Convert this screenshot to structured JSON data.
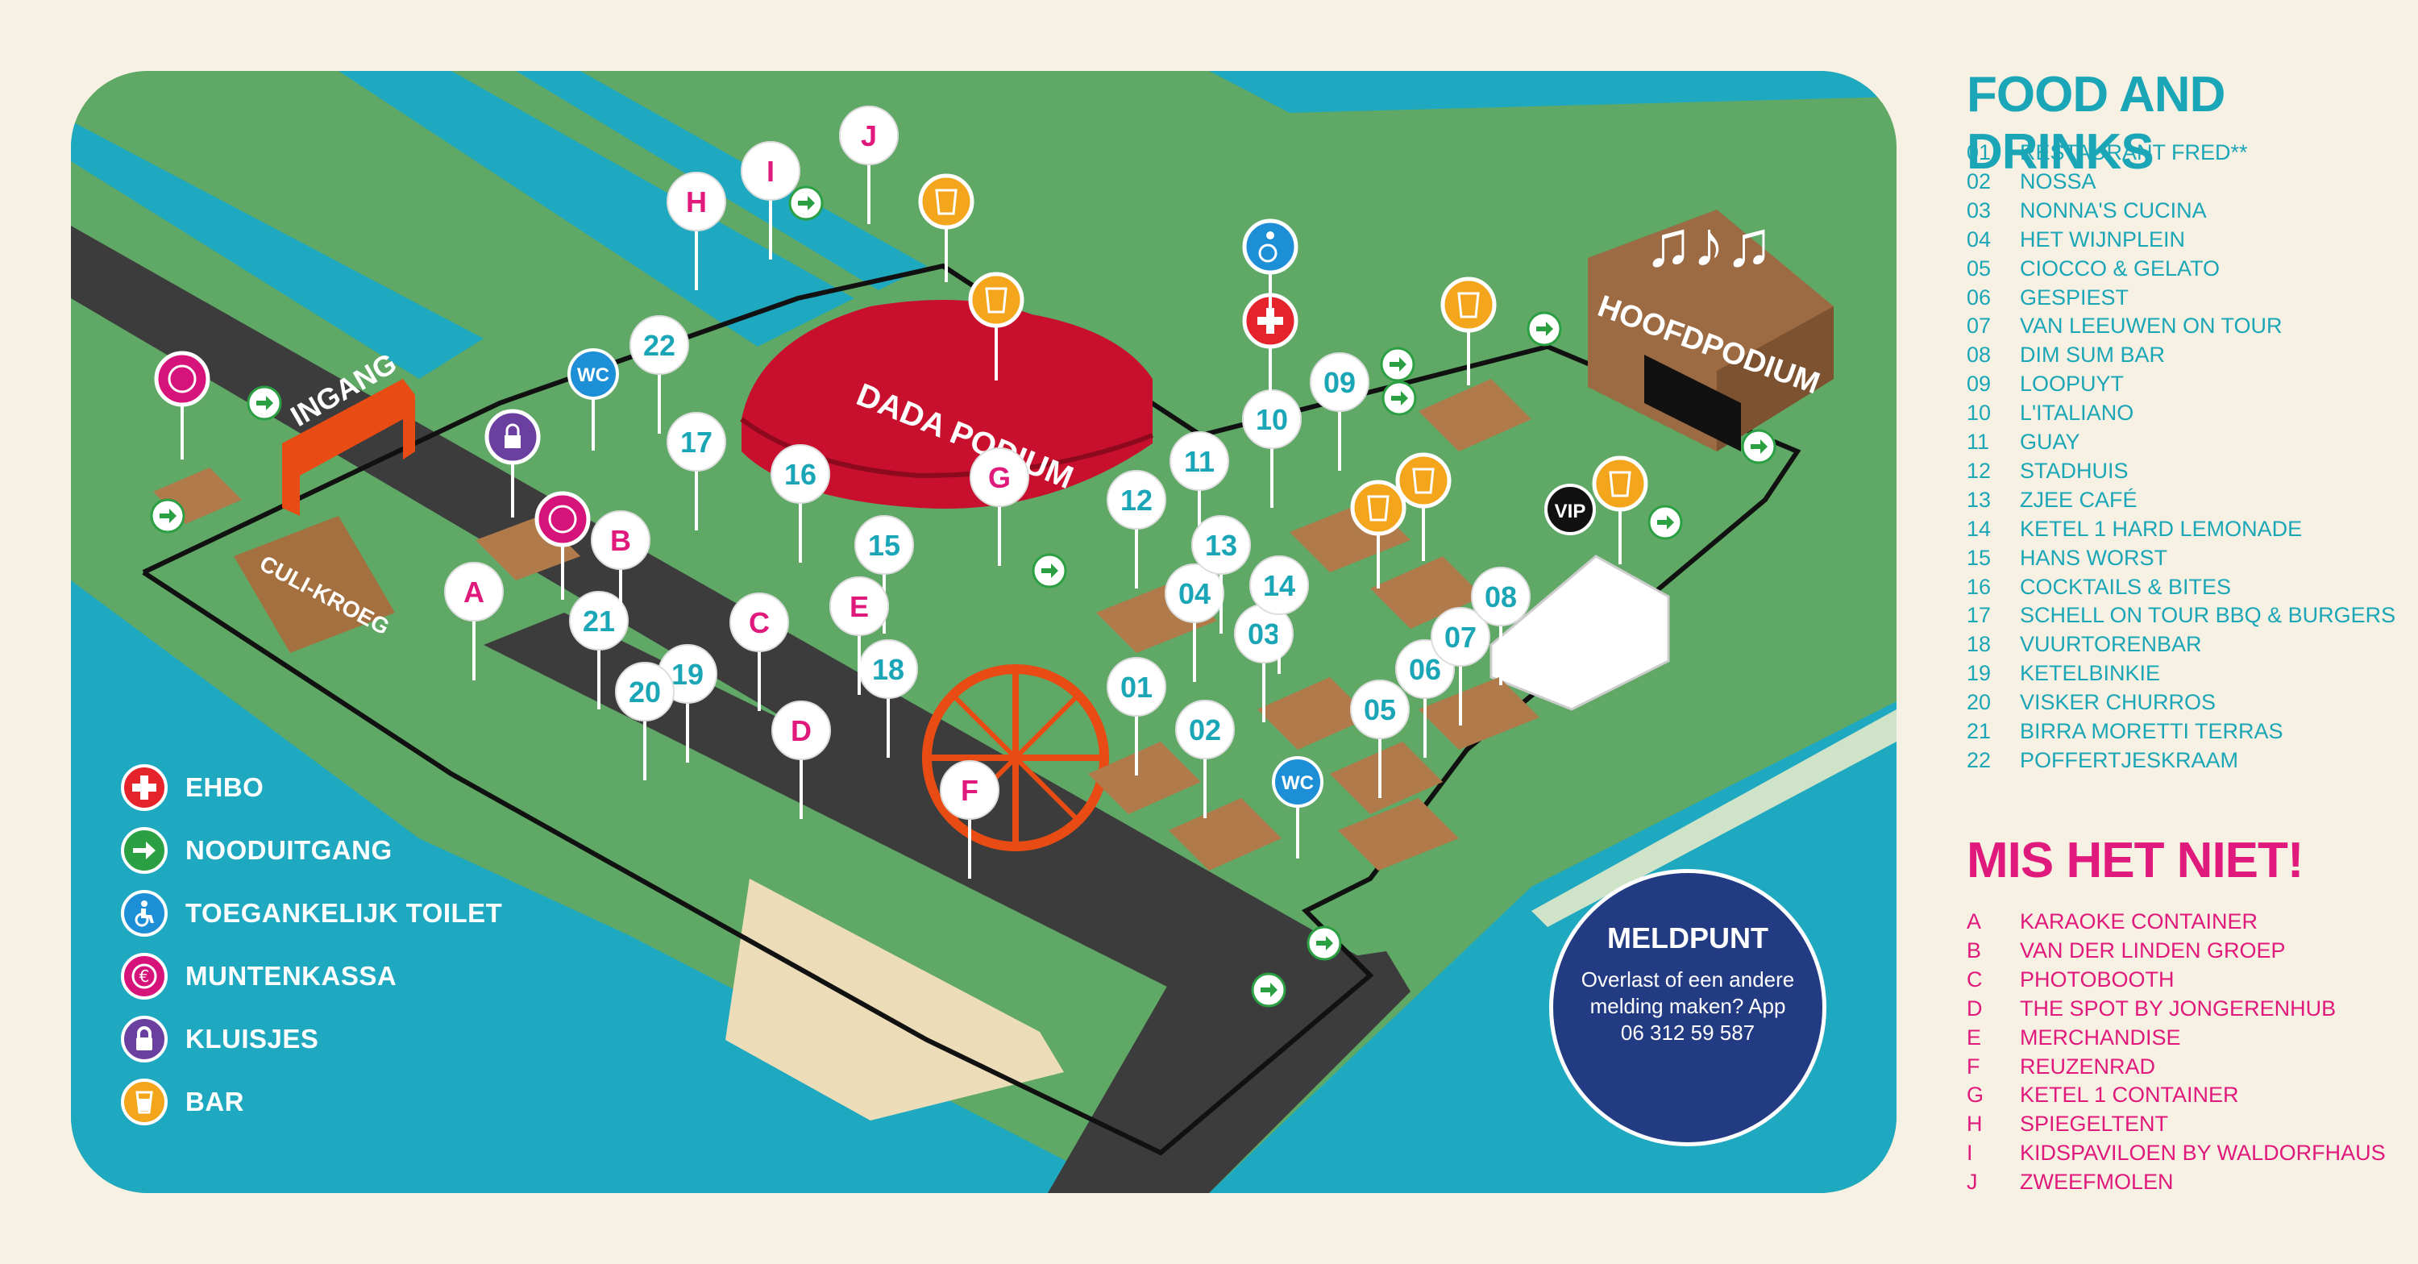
{
  "map": {
    "ingang_label": "INGANG",
    "culi_label": "CULI-KROEG",
    "dada_label": "DADA PODIUM",
    "hoofd_label": "HOOFDPODIUM",
    "vip_label": "VIP",
    "wc_label": "WC",
    "pins_numbers": [
      "01",
      "02",
      "03",
      "04",
      "05",
      "06",
      "07",
      "08",
      "09",
      "10",
      "11",
      "12",
      "13",
      "14",
      "15",
      "16",
      "17",
      "18",
      "19",
      "20",
      "21",
      "22"
    ],
    "pins_letters": [
      "A",
      "B",
      "C",
      "D",
      "E",
      "F",
      "G",
      "H",
      "I",
      "J"
    ],
    "colors": {
      "grass": "#5fa865",
      "water": "#1fa9c1",
      "road": "#3c3c3c",
      "tent_red": "#c8102e",
      "stall_brown": "#b07a4a",
      "teal": "#1aa6b7",
      "pink": "#e0197d"
    }
  },
  "legend": {
    "items": [
      {
        "label": "EHBO",
        "icon": "first-aid-icon",
        "color": "#e4232b"
      },
      {
        "label": "NOODUITGANG",
        "icon": "emergency-exit-icon",
        "color": "#2aa043"
      },
      {
        "label": "TOEGANKELIJK TOILET",
        "icon": "accessible-toilet-icon",
        "color": "#1d8fd6"
      },
      {
        "label": "MUNTENKASSA",
        "icon": "coin-desk-icon",
        "color": "#d6137a"
      },
      {
        "label": "KLUISJES",
        "icon": "lockers-icon",
        "color": "#6b3fa0"
      },
      {
        "label": "BAR",
        "icon": "bar-icon",
        "color": "#f3a51c"
      }
    ]
  },
  "meldpunt": {
    "title": "MELDPUNT",
    "body": "Overlast of een andere melding maken? App 06 312 59 587"
  },
  "food": {
    "title": "FOOD AND DRINKS",
    "items": [
      {
        "num": "01",
        "name": "RESTAURANT FRED**"
      },
      {
        "num": "02",
        "name": "NOSSA"
      },
      {
        "num": "03",
        "name": "NONNA'S CUCINA"
      },
      {
        "num": "04",
        "name": "HET WIJNPLEIN"
      },
      {
        "num": "05",
        "name": "CIOCCO & GELATO"
      },
      {
        "num": "06",
        "name": "GESPIEST"
      },
      {
        "num": "07",
        "name": "VAN LEEUWEN ON TOUR"
      },
      {
        "num": "08",
        "name": "DIM SUM BAR"
      },
      {
        "num": "09",
        "name": "LOOPUYT"
      },
      {
        "num": "10",
        "name": "L'ITALIANO"
      },
      {
        "num": "11",
        "name": "GUAY"
      },
      {
        "num": "12",
        "name": "STADHUIS"
      },
      {
        "num": "13",
        "name": "ZJEE CAFÉ"
      },
      {
        "num": "14",
        "name": "KETEL 1 HARD LEMONADE"
      },
      {
        "num": "15",
        "name": "HANS WORST"
      },
      {
        "num": "16",
        "name": "COCKTAILS & BITES"
      },
      {
        "num": "17",
        "name": "SCHELL ON TOUR BBQ & BURGERS"
      },
      {
        "num": "18",
        "name": "VUURTORENBAR"
      },
      {
        "num": "19",
        "name": "KETELBINKIE"
      },
      {
        "num": "20",
        "name": "VISKER CHURROS"
      },
      {
        "num": "21",
        "name": "BIRRA MORETTI TERRAS"
      },
      {
        "num": "22",
        "name": "POFFERTJESKRAAM"
      }
    ]
  },
  "misniet": {
    "title": "MIS HET NIET!",
    "items": [
      {
        "num": "A",
        "name": "KARAOKE CONTAINER"
      },
      {
        "num": "B",
        "name": "VAN DER LINDEN GROEP"
      },
      {
        "num": "C",
        "name": "PHOTOBOOTH"
      },
      {
        "num": "D",
        "name": "THE SPOT BY JONGERENHUB"
      },
      {
        "num": "E",
        "name": "MERCHANDISE"
      },
      {
        "num": "F",
        "name": "REUZENRAD"
      },
      {
        "num": "G",
        "name": "KETEL 1 CONTAINER"
      },
      {
        "num": "H",
        "name": "SPIEGELTENT"
      },
      {
        "num": "I",
        "name": "KIDSPAVILOEN BY WALDORFHAUS"
      },
      {
        "num": "J",
        "name": "ZWEEFMOLEN"
      }
    ]
  }
}
